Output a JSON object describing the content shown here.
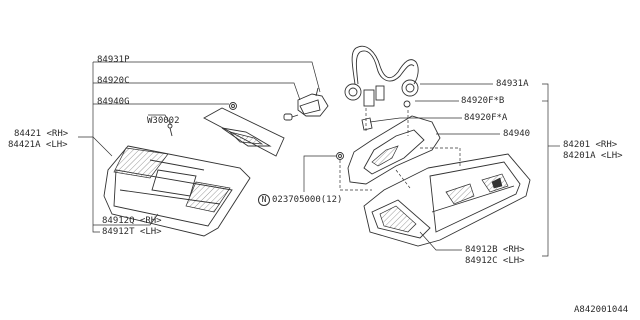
{
  "callouts": {
    "p84931P": "84931P",
    "p84920C": "84920C",
    "p84940G": "84940G",
    "pW30002": "W30002",
    "p84421RH": "84421 <RH>",
    "p84421ALH": "84421A <LH>",
    "p84912QRH": "84912Q <RH>",
    "p84912TLH": "84912T <LH>",
    "p84931A": "84931A",
    "p84920FB": "84920F*B",
    "p84920FA": "84920F*A",
    "p84940": "84940",
    "p84201RH": "84201 <RH>",
    "p84201ALH": "84201A <LH>",
    "p023705000": "023705000(12)",
    "p023705000_prefix": "N",
    "p84912BRH": "84912B <RH>",
    "p84912CLH": "84912C <LH>"
  },
  "diagram_id": "A842001044"
}
